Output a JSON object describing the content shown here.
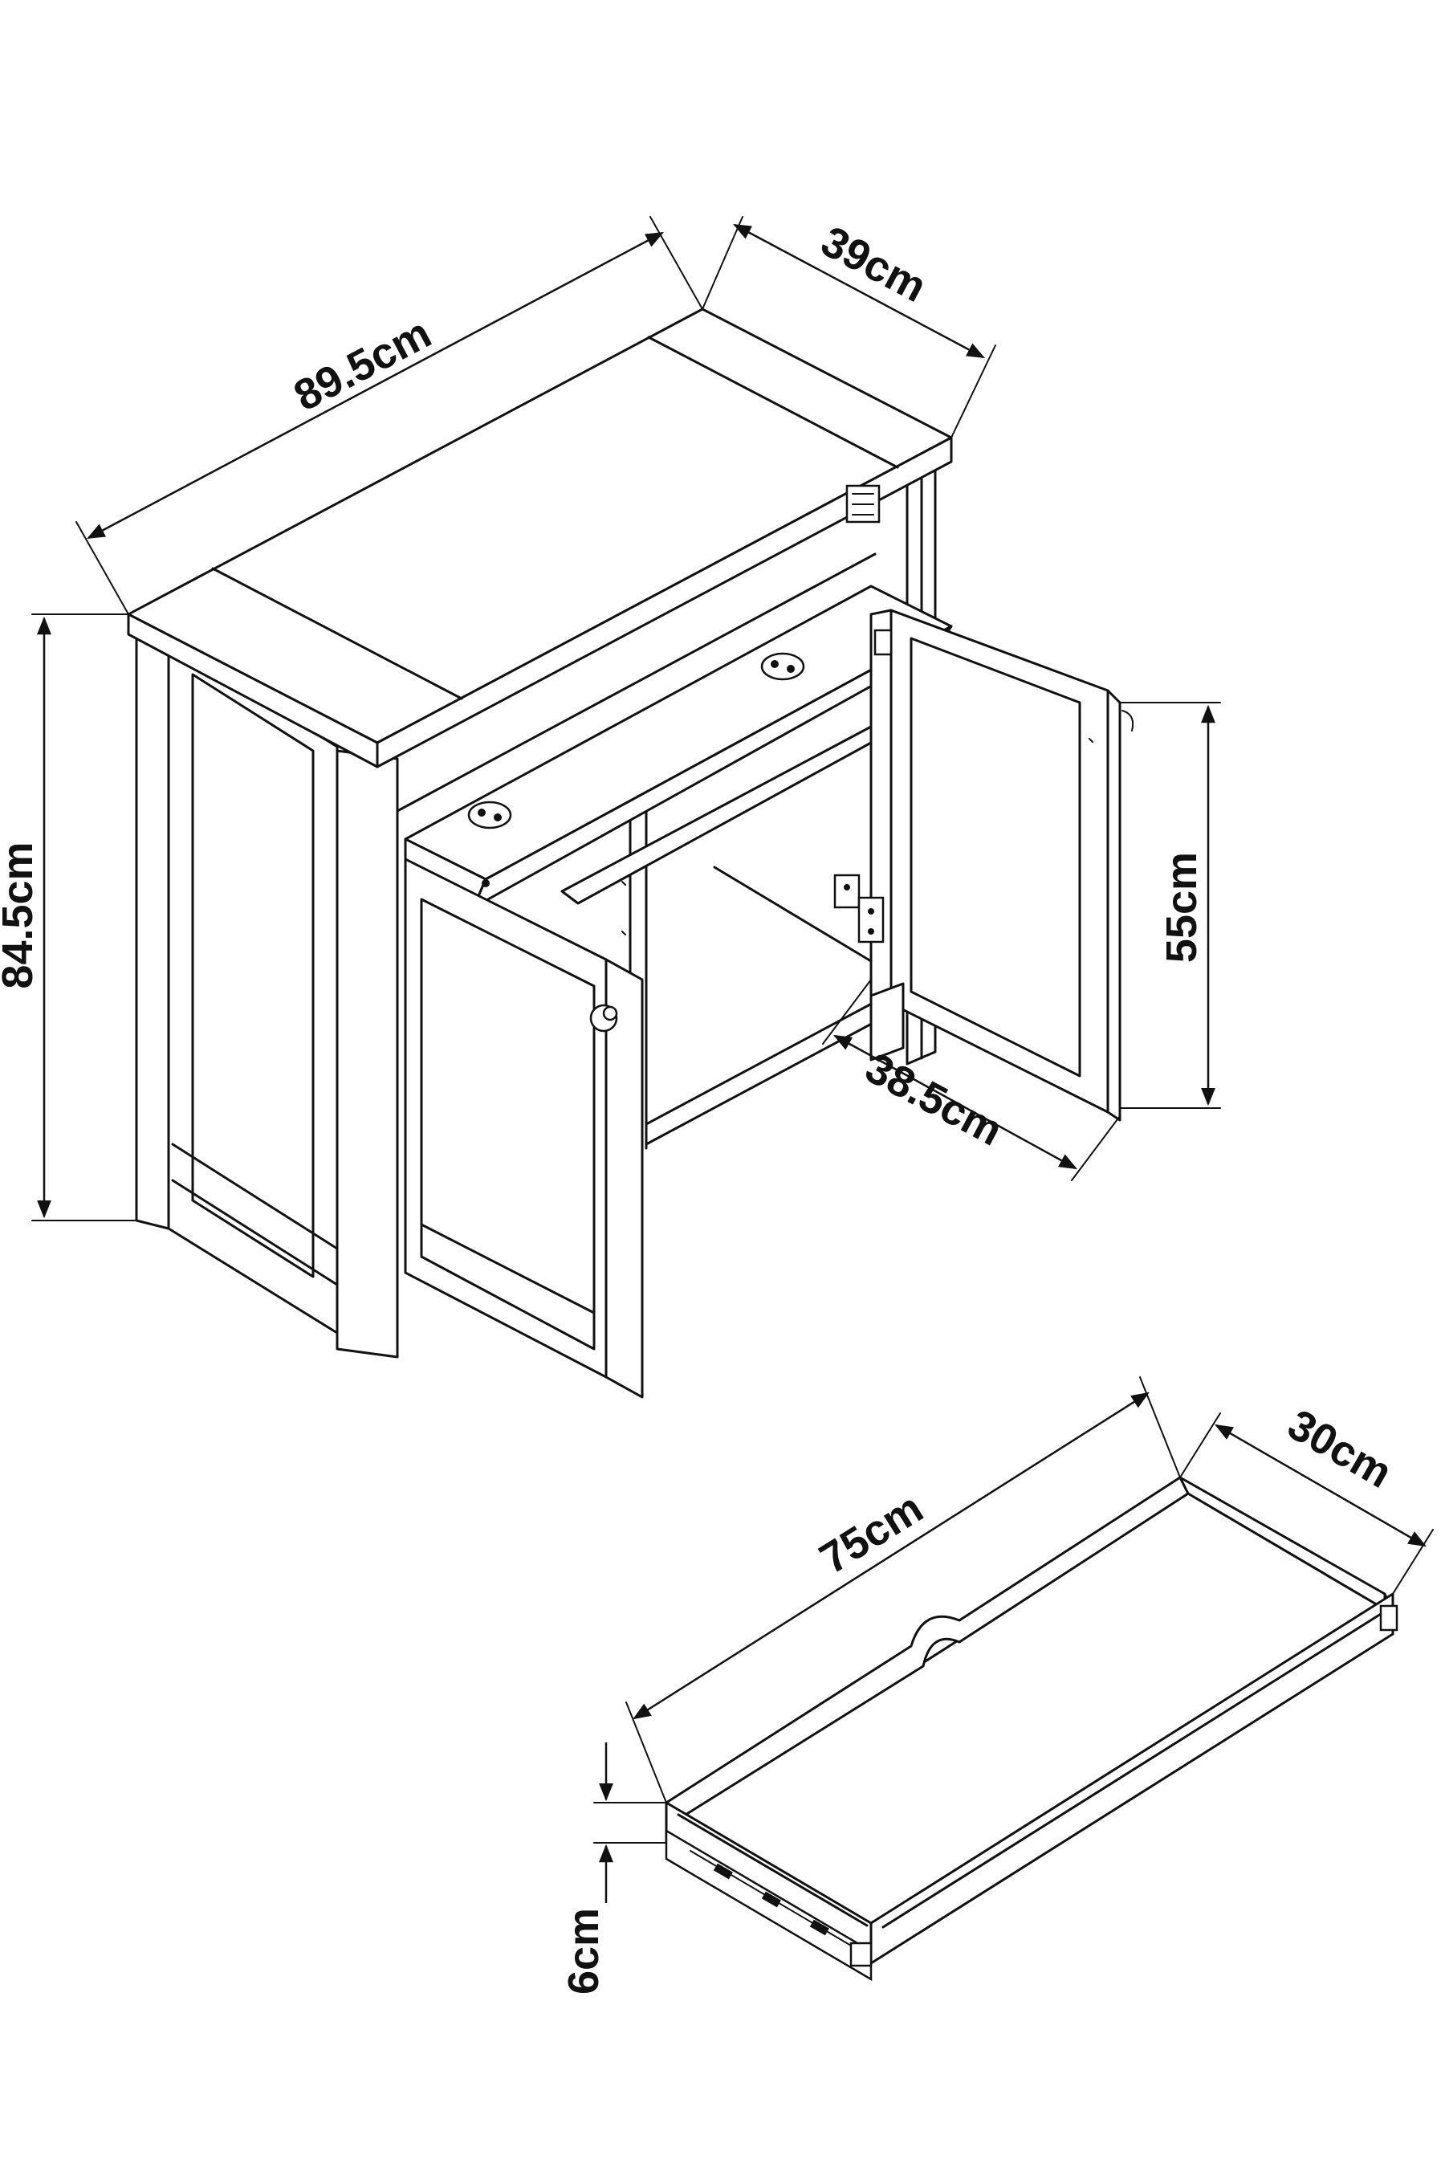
{
  "diagram": {
    "cabinet": {
      "dimensions": {
        "width": "89.5cm",
        "depth": "39cm",
        "height": "84.5cm",
        "door_height": "55cm",
        "inner_depth": "38.5cm"
      }
    },
    "tray": {
      "dimensions": {
        "width": "75cm",
        "depth": "30cm",
        "height": "6cm"
      }
    }
  }
}
